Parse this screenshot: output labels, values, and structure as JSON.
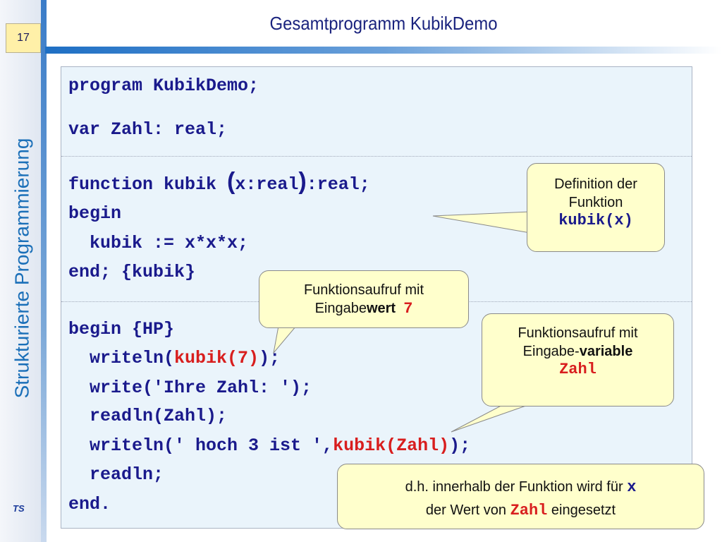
{
  "slide": {
    "number": "17",
    "title": "Gesamtprogramm KubikDemo",
    "vertical_title": "Strukturierte Programmierung",
    "logo": "TS"
  },
  "code": {
    "l1": "program KubikDemo;",
    "l2": "var Zahl: real;",
    "l3a": "function kubik ",
    "l3b": "(",
    "l3c": "x:real",
    "l3d": ")",
    "l3e": ":real;",
    "l4": "begin",
    "l5": "  kubik := x*x*x;",
    "l6": "end; {kubik}",
    "l7": "begin {HP}",
    "l8a": "  writeln(",
    "l8b": "kubik(7)",
    "l8c": ");",
    "l9": "  write('Ihre Zahl: ');",
    "l10": "  readln(Zahl);",
    "l11a": "  writeln(' hoch 3 ist ',",
    "l11b": "kubik(Zahl)",
    "l11c": ");",
    "l12": "  readln;",
    "l13": "end."
  },
  "callouts": {
    "def_line1": "Definition der",
    "def_line2": "Funktion",
    "def_line3": "kubik(x)",
    "call1_line1": "Funktionsaufruf mit",
    "call1_line2a": "Eingabe",
    "call1_line2b": "wert",
    "call1_line2c": "7",
    "call2_line1": "Funktionsaufruf mit",
    "call2_line2a": "Eingabe-",
    "call2_line2b": "variable",
    "call2_line3": "Zahl",
    "note_line1a": "d.h. innerhalb der Funktion wird für ",
    "note_line1b": "x",
    "note_line2a": "der Wert von ",
    "note_line2b": "Zahl",
    "note_line2c": " eingesetzt"
  },
  "colors": {
    "accent_blue": "#1a6fb8",
    "code_blue": "#1a1a8c",
    "highlight_red": "#d81e1e",
    "callout_bg": "#ffffcc"
  }
}
